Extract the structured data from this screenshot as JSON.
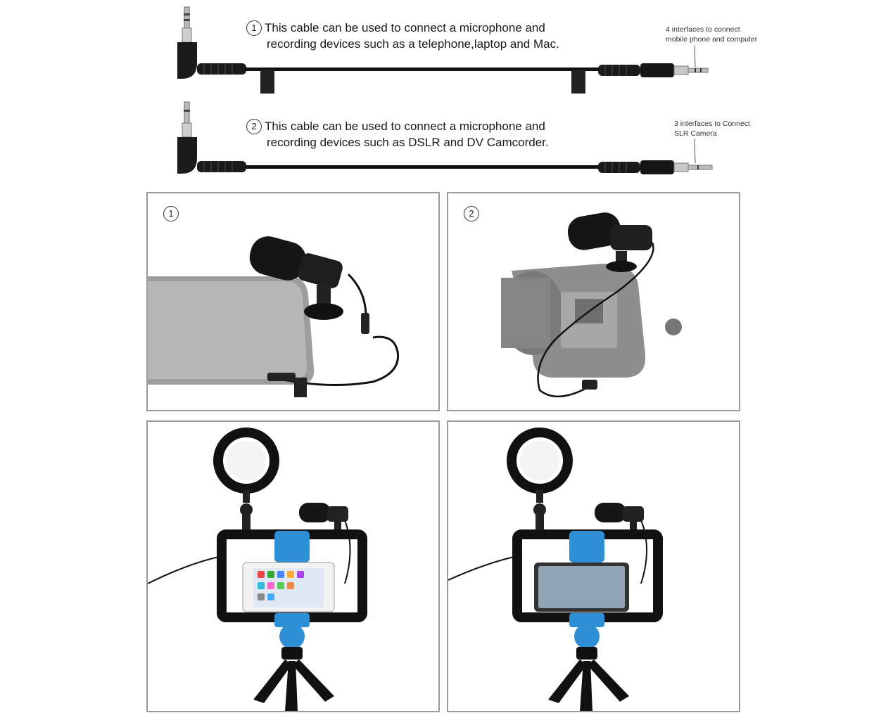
{
  "cables": [
    {
      "number": "1",
      "line1": "This cable can be used to connect a microphone and",
      "line2": "recording devices such as a telephone,laptop and Mac.",
      "note_line1": "4 interfaces to connect",
      "note_line2": "mobile phone and computer"
    },
    {
      "number": "2",
      "line1": "This cable can be used to connect a microphone and",
      "line2": "recording devices such as DSLR and DV Camcorder.",
      "note_line1": "3 interfaces to Connect",
      "note_line2": "SLR Camera"
    }
  ],
  "panels": {
    "phone_panel_number": "1",
    "camera_panel_number": "2"
  },
  "icons": [
    "trrs-plug-icon",
    "trs-plug-icon",
    "microphone-icon",
    "smartphone-icon",
    "dslr-camera-icon",
    "ring-light-icon",
    "tripod-icon"
  ],
  "colors": {
    "cable": "#111111",
    "panel_border": "#9a9a9a",
    "accent_blue": "#2f8fd4",
    "device_gray": "#9d9d9d"
  }
}
